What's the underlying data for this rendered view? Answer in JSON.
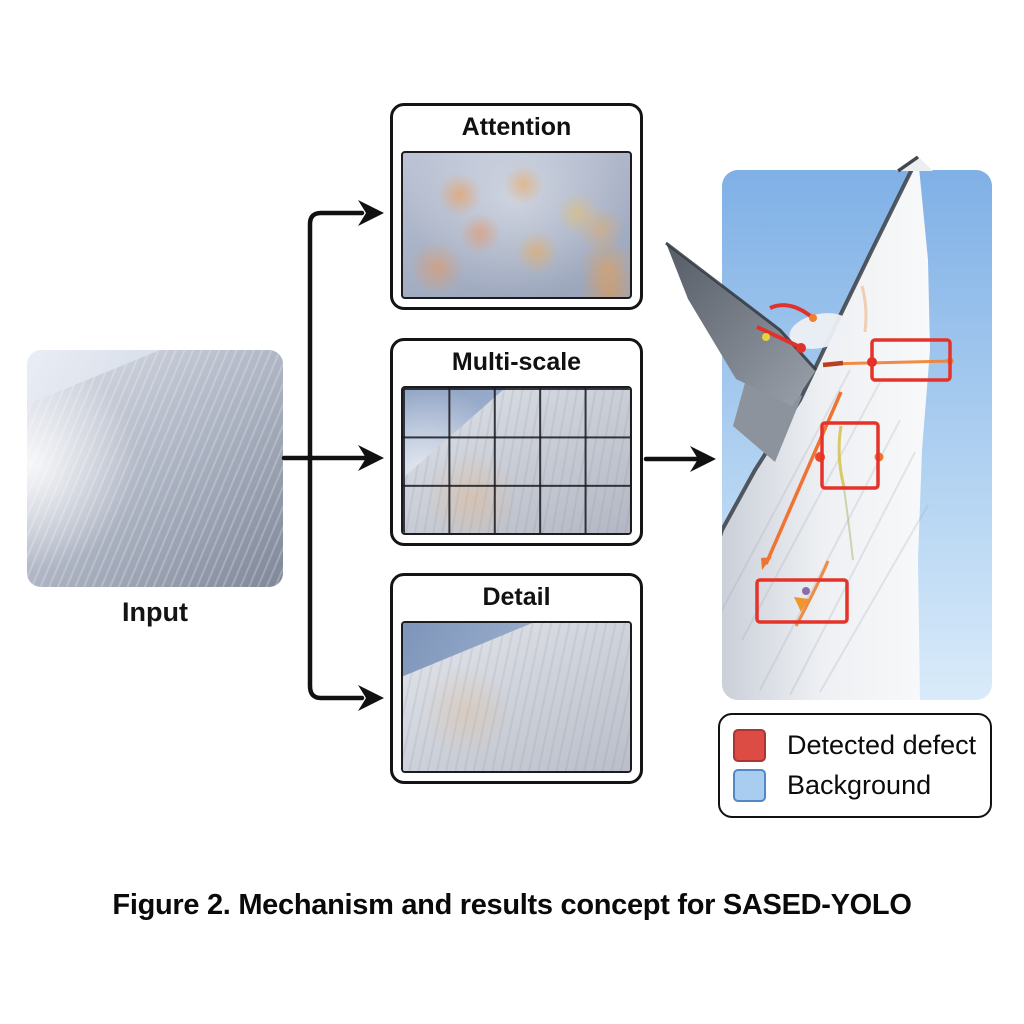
{
  "figure": {
    "caption": "Figure 2. Mechanism and results concept for SASED-YOLO",
    "input": {
      "label": "Input"
    },
    "panels": [
      {
        "title": "Attention"
      },
      {
        "title": "Multi-scale"
      },
      {
        "title": "Detail"
      }
    ],
    "multiscale_grid": {
      "rows": 3,
      "cols": 5
    },
    "result": {
      "detection_count": 3,
      "legend": [
        {
          "label": "Detected defect",
          "fill": "#dd4b45",
          "border": "#a93633"
        },
        {
          "label": "Background",
          "fill": "#a9cdf1",
          "border": "#5587c8"
        }
      ]
    },
    "colors": {
      "detection_box": "#e5332a",
      "defect_mark": "#f08030",
      "arrow": "#111111",
      "panel_border": "#141414",
      "sky_top": "#7fb0e6",
      "sky_bottom": "#d9ebfa"
    }
  }
}
